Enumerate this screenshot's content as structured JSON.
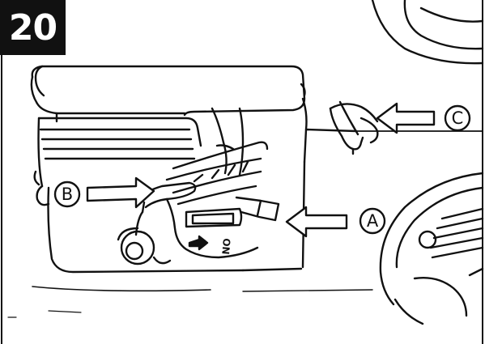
{
  "figure": {
    "step_number": "20",
    "callouts": {
      "a": "A",
      "b": "B",
      "c": "C"
    },
    "engraved_text": "ON"
  },
  "colors": {
    "ink": "#111111",
    "paper": "#ffffff",
    "badge_bg": "#111111",
    "badge_fg": "#ffffff"
  }
}
